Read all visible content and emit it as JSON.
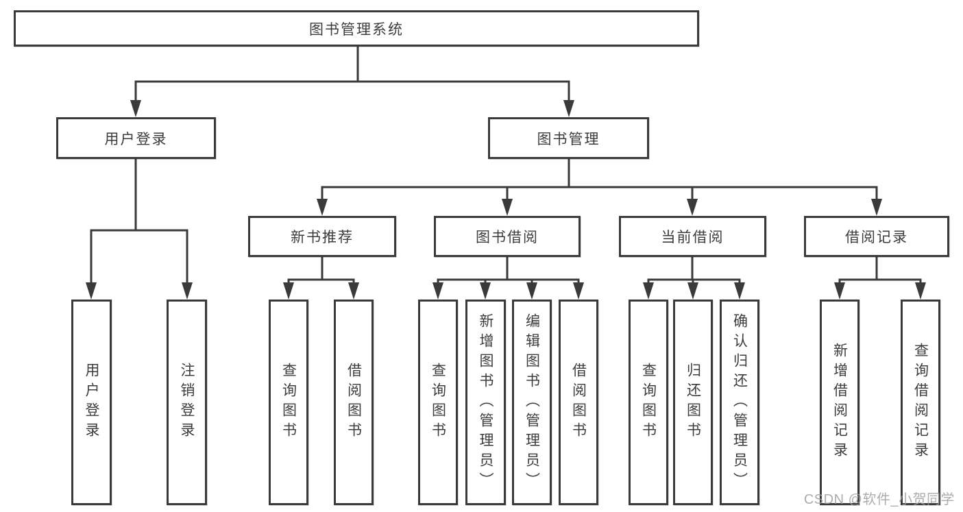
{
  "tree": {
    "root": "图书管理系统",
    "children": [
      {
        "label": "用户登录",
        "children": [
          "用户登录",
          "注销登录"
        ]
      },
      {
        "label": "图书管理",
        "children": [
          {
            "label": "新书推荐",
            "children": [
              "查询图书",
              "借阅图书"
            ]
          },
          {
            "label": "图书借阅",
            "children": [
              "查询图书",
              "新增图书（管理员）",
              "编辑图书（管理员）",
              "借阅图书"
            ]
          },
          {
            "label": "当前借阅",
            "children": [
              "查询图书",
              "归还图书",
              "确认归还（管理员）"
            ]
          },
          {
            "label": "借阅记录",
            "children": [
              "新增借阅记录",
              "查询借阅记录"
            ]
          }
        ]
      }
    ]
  },
  "watermark": "CSDN @软件_小贺同学",
  "colors": {
    "line": "#3a3a3a",
    "box_border": "#3a3a3a",
    "text": "#3c3c3c",
    "watermark": "#9e9e9e",
    "background": "#ffffff"
  }
}
